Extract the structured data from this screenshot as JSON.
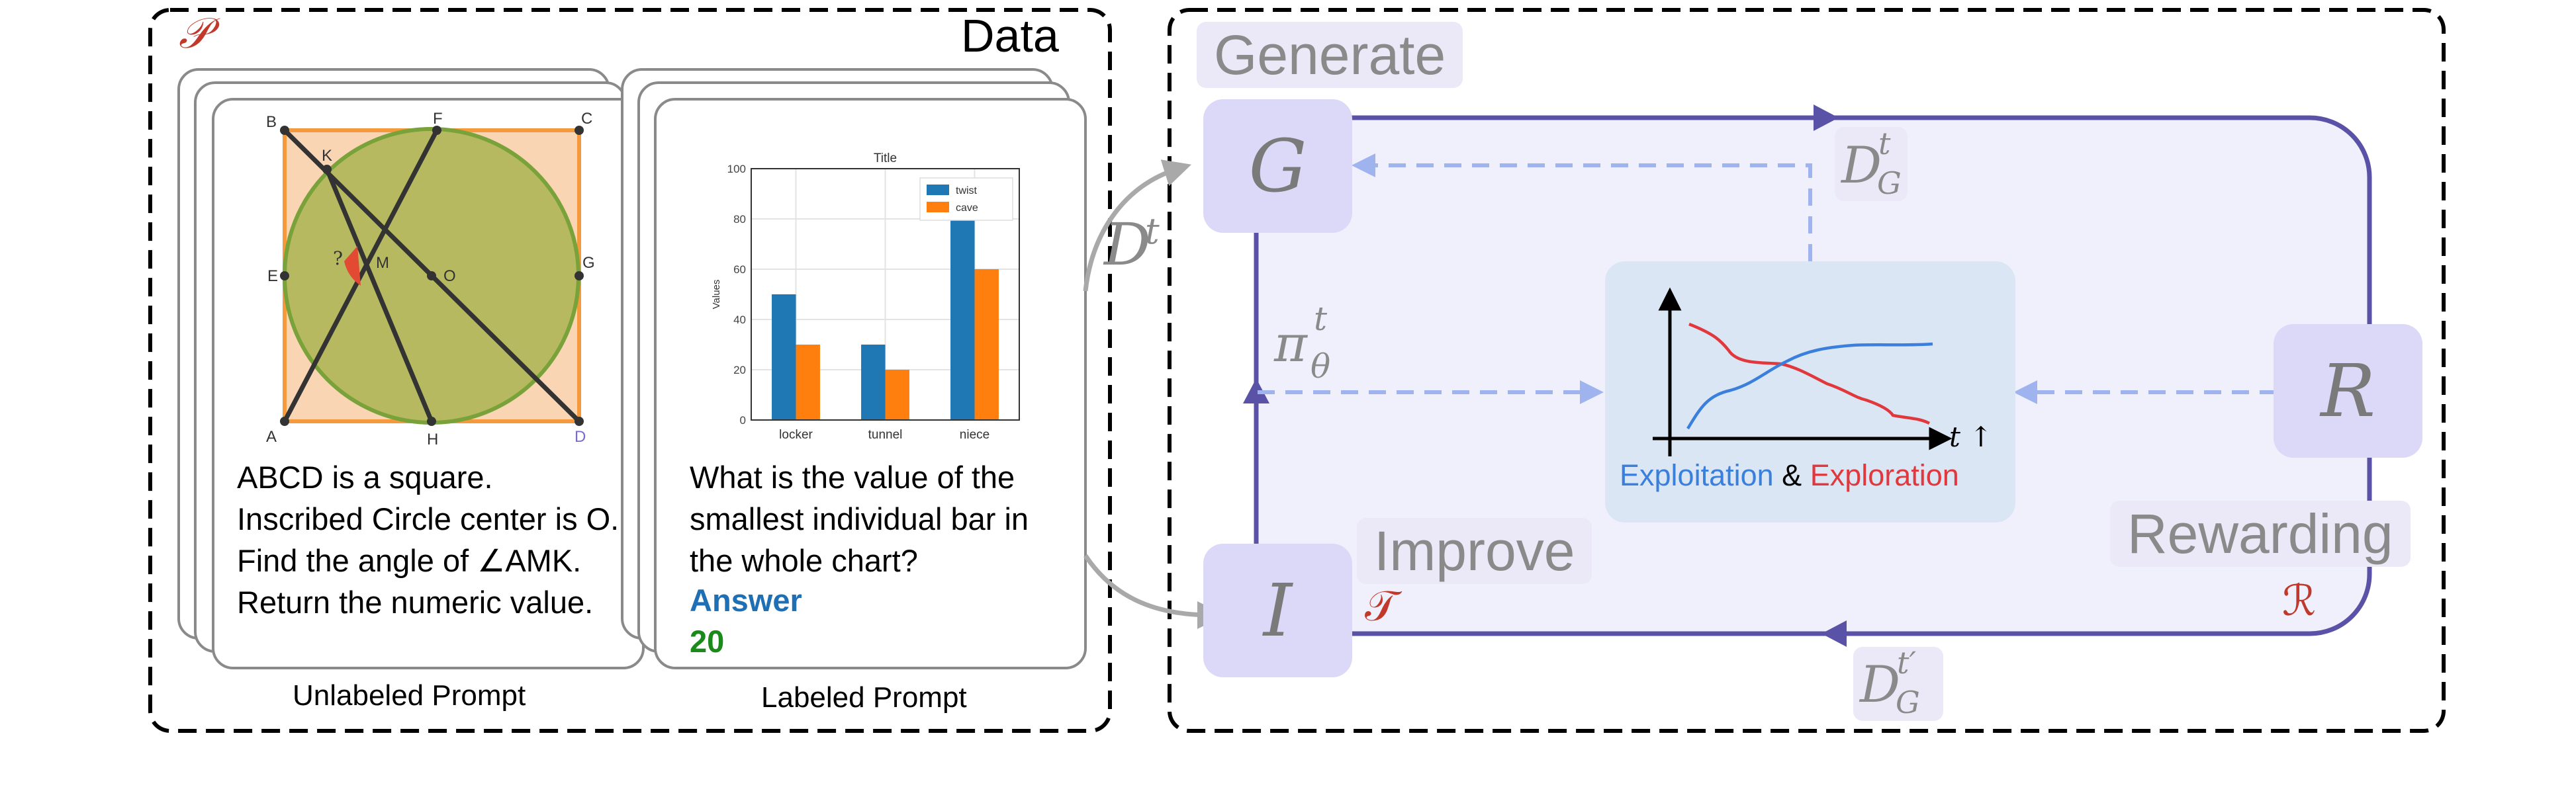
{
  "data_panel": {
    "symbol": "𝒫",
    "title": "Data",
    "unlabeled": {
      "caption": "Unlabeled Prompt",
      "question": "ABCD is a square. Inscribed Circle center is O. Find the angle of ∠AMK. Return the numeric value.",
      "points": [
        "B",
        "K",
        "F",
        "C",
        "E",
        "M",
        "O",
        "G",
        "A",
        "H",
        "D"
      ],
      "unknown_mark": "?"
    },
    "labeled": {
      "caption": "Labeled Prompt",
      "question": "What is the value of the smallest individual bar in the whole chart?",
      "answer_label": "Answer",
      "answer_value": "20"
    }
  },
  "chart_data": {
    "type": "bar",
    "title": "Title",
    "ylabel": "Values",
    "xlabel": "",
    "categories": [
      "locker",
      "tunnel",
      "niece"
    ],
    "series": [
      {
        "name": "twist",
        "values": [
          50,
          30,
          80
        ],
        "color": "#1f77b4"
      },
      {
        "name": "cave",
        "values": [
          30,
          20,
          60
        ],
        "color": "#ff7f0e"
      }
    ],
    "ylim": [
      0,
      100
    ],
    "yticks": [
      0,
      20,
      40,
      60,
      80,
      100
    ],
    "grid": true,
    "legend": "top-right"
  },
  "connector": {
    "symbol": "D",
    "superscript": "t"
  },
  "loop_panel": {
    "generate_label": "Generate",
    "improve_label": "Improve",
    "rewarding_label": "Rewarding",
    "node_g": "G",
    "node_i": "I",
    "node_r": "R",
    "pi_symbol": "π",
    "pi_sub": "θ",
    "pi_sup": "t",
    "dg_symbol": "D",
    "dg_sub": "G",
    "dg_sup": "t",
    "dg_prime_sup": "t′",
    "t_symbol": "𝒯",
    "r_symbol": "ℛ",
    "axis_label": "t ↑",
    "exploitation": "Exploitation",
    "ampersand": "&",
    "exploration": "Exploration",
    "colors": {
      "frame": "#5a52a6",
      "panel": "#eff0fc",
      "dashed": "#9fb3ee",
      "exploit": "#3a7fdc",
      "explore": "#e0383c",
      "red_label": "#c0392b"
    }
  }
}
